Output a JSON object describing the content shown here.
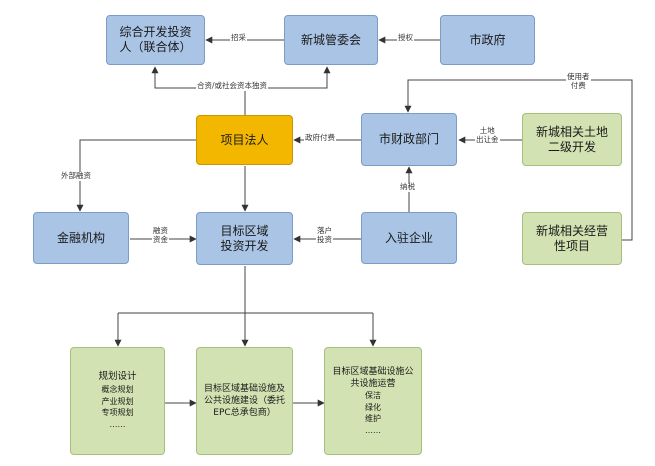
{
  "nodes": {
    "consortium": "综合开发投资人（联合体）",
    "committee": "新城管委会",
    "city_gov": "市政府",
    "project_legal": "项目法人",
    "finance_dept": "市财政部门",
    "land_dev_line1": "新城相关土地",
    "land_dev_line2": "二级开发",
    "financial_inst": "金融机构",
    "target_invest_line1": "目标区域",
    "target_invest_line2": "投资开发",
    "enterprises": "入驻企业",
    "operating_line1": "新城相关经营",
    "operating_line2": "性项目"
  },
  "bottom_boxes": {
    "planning": {
      "title": "规划设计",
      "items": [
        "概念规划",
        "产业规划",
        "专项规划",
        "……"
      ]
    },
    "construction": {
      "text": "目标区域基础设施及公共设施建设（委托EPC总承包商）"
    },
    "operation": {
      "title": "目标区域基础设施公共设施运营",
      "items": [
        "保洁",
        "绿化",
        "维护",
        "……"
      ]
    }
  },
  "edge_labels": {
    "bid": "招采",
    "authorize": "授权",
    "capital": "合资/或社会资本独资",
    "users_pay_1": "使用者",
    "users_pay_2": "付费",
    "gov_pay": "政府付费",
    "land_fee_1": "土地",
    "land_fee_2": "出让金",
    "external_fin": "外部融资",
    "tax": "纳税",
    "fin_capital_1": "融资",
    "fin_capital_2": "资金",
    "settle_1": "落户",
    "settle_2": "投资"
  }
}
